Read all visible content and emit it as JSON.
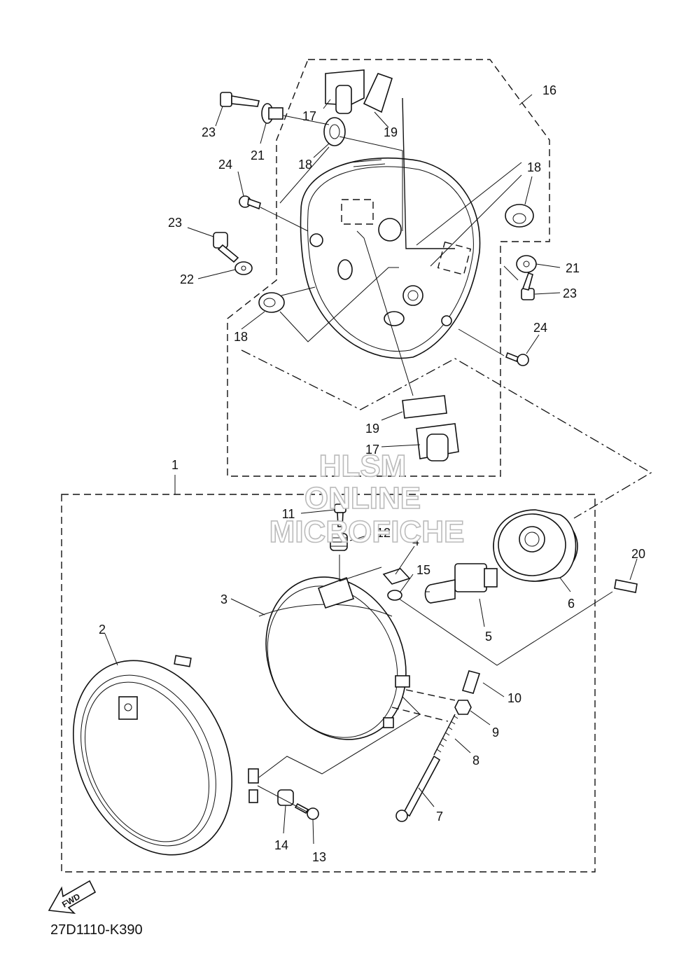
{
  "diagram": {
    "reference_code": "27D1110-K390",
    "watermark": {
      "line1": "HLSM",
      "line2": "ONLINE",
      "line3": "MICROFICHE"
    },
    "fwd_label": "FWD",
    "callouts": [
      "1",
      "2",
      "3",
      "4",
      "5",
      "6",
      "7",
      "8",
      "9",
      "10",
      "11",
      "12",
      "13",
      "14",
      "15",
      "16",
      "17",
      "18",
      "19",
      "20",
      "21",
      "22",
      "23",
      "24"
    ]
  }
}
